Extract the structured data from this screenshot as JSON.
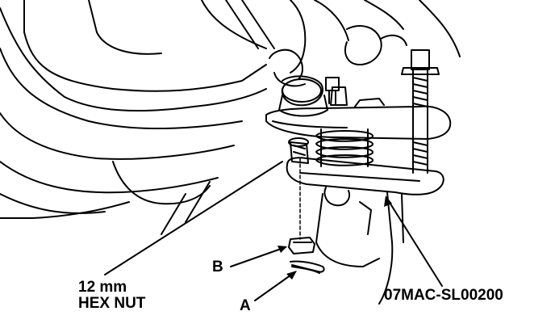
{
  "labels": {
    "hex_nut_line1": "12 mm",
    "hex_nut_line2": "HEX NUT",
    "b": "B",
    "a": "A",
    "tool": "07MAC-SL00200"
  },
  "colors": {
    "ink": "#000000",
    "paper": "#ffffff"
  }
}
